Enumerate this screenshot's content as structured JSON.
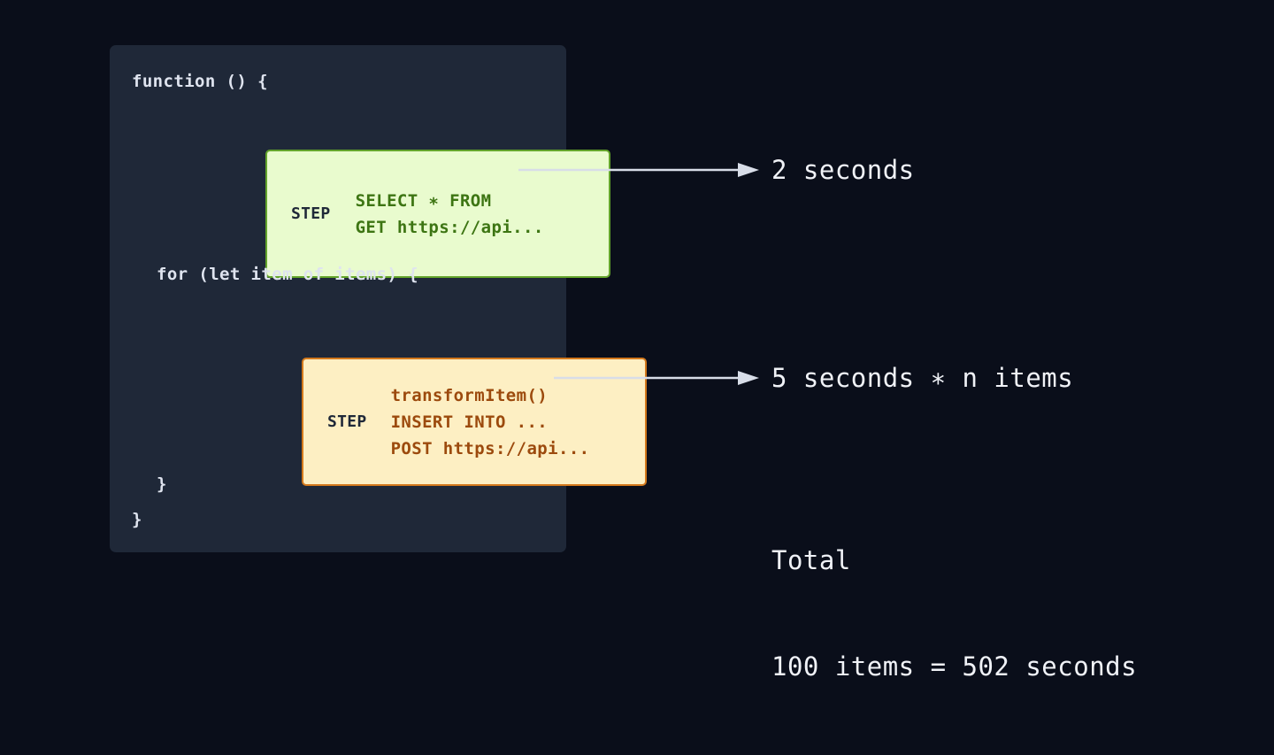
{
  "colors": {
    "page_background": "#0a0e1a",
    "panel_background": "#1f2838",
    "code_text": "#dfe4ef",
    "annotation_text": "#f0f2f7",
    "arrow": "#d8dde8",
    "step_green_fill": "#e9fbce",
    "step_green_border": "#63a42b",
    "step_green_text": "#3d7513",
    "step_yellow_fill": "#fdefc3",
    "step_yellow_border": "#d4791c",
    "step_yellow_text": "#9c4a0d",
    "step_label_text": "#1f2838"
  },
  "code": {
    "function_open": "function () {",
    "for_open": "for (let item of items) {",
    "for_close": "}",
    "function_close": "}"
  },
  "steps": [
    {
      "label": "STEP",
      "lines": "SELECT ∗ FROM\nGET https://api...",
      "line_list": [
        "SELECT ∗ FROM",
        "GET https://api..."
      ],
      "variant": "green"
    },
    {
      "label": "STEP",
      "lines": "transformItem()\nINSERT INTO ...\nPOST https://api...",
      "line_list": [
        "transformItem()",
        "INSERT INTO ...",
        "POST https://api..."
      ],
      "variant": "yellow"
    }
  ],
  "annotations": [
    {
      "text": "2 seconds"
    },
    {
      "text": "5 seconds ∗ n items"
    }
  ],
  "total": {
    "heading": "Total",
    "value": "100 items = 502 seconds"
  },
  "icons": {
    "arrow": "arrow-right-icon"
  }
}
